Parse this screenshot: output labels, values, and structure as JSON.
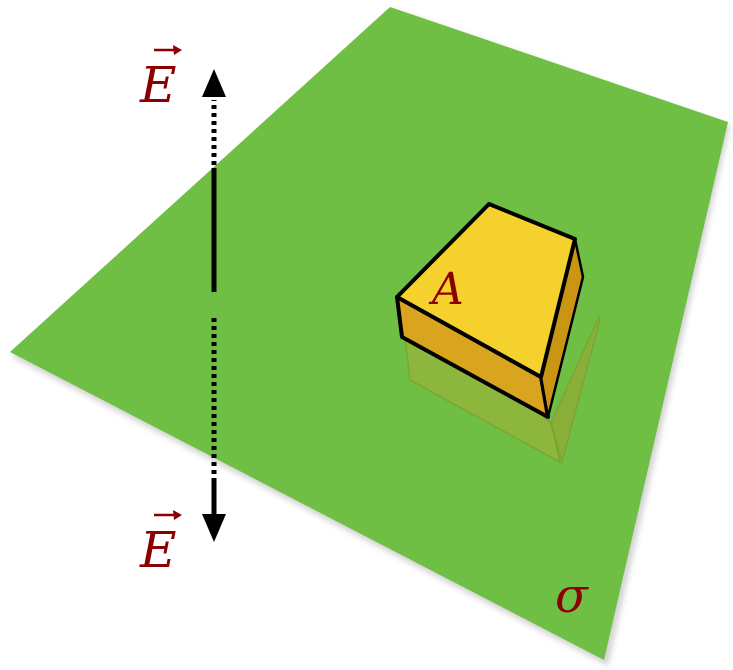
{
  "labels": {
    "field_top": "E",
    "field_bottom": "E",
    "area": "A",
    "charge_density": "σ"
  },
  "colors": {
    "plane": "#6fbf45",
    "plane_shadow": "#c7c7c7",
    "pillbox_top": "#f6d32b",
    "pillbox_side": "#d4a21c",
    "pillbox_below": "#9fb63a",
    "label": "#8b0000",
    "arrow": "#000000"
  },
  "icons": {
    "vector_arrow": "vector-arrow-accent"
  }
}
